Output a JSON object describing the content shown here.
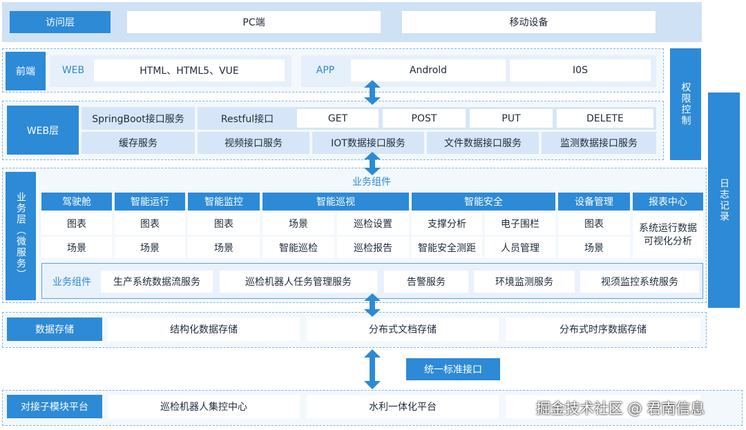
{
  "access_layer": {
    "label": "访问层",
    "items": [
      "PC端",
      "移动设备"
    ]
  },
  "frontend": {
    "label": "前端",
    "web": {
      "label": "WEB",
      "value": "HTML、HTML5、VUE"
    },
    "app": {
      "label": "APP",
      "items": [
        "Androld",
        "I0S"
      ]
    }
  },
  "web_layer": {
    "label": "WEB层",
    "row1": {
      "springboot": "SpringBoot接口服务",
      "restful": "Restful接口",
      "methods": [
        "GET",
        "POST",
        "PUT",
        "DELETE"
      ]
    },
    "row2": [
      "缓存服务",
      "视频接口服务",
      "IOT数据接口服务",
      "文件数据接口服务",
      "监测数据接口服务"
    ]
  },
  "permission": {
    "label": "权限控制"
  },
  "log": {
    "label": "日志记录"
  },
  "business": {
    "side_label": "业务层（微服务）",
    "title": "业务组件",
    "modules": [
      {
        "name": "驾驶舱",
        "items": [
          "图表",
          "场景"
        ]
      },
      {
        "name": "智能运行",
        "items": [
          "图表",
          "场景"
        ]
      },
      {
        "name": "智能监控",
        "items": [
          "图表",
          "场景"
        ]
      },
      {
        "name": "智能巡视",
        "items": [
          "场景",
          "巡检设置",
          "智能巡检",
          "巡检报告"
        ]
      },
      {
        "name": "智能安全",
        "items": [
          "支撑分析",
          "电子围栏",
          "智能安全测距",
          "人员管理"
        ]
      },
      {
        "name": "设备管理",
        "items": [
          "图表",
          "场景"
        ]
      },
      {
        "name": "报表中心",
        "items": [
          "系统运行数据可视化分析"
        ]
      }
    ],
    "components": {
      "label": "业务组件",
      "items": [
        "生产系统数据流服务",
        "巡检机器人任务管理服务",
        "告警服务",
        "环境监测服务",
        "视须监控系统服务"
      ]
    }
  },
  "storage": {
    "label": "数据存储",
    "items": [
      "结构化数据存储",
      "分布式文档存储",
      "分布式时序数据存储"
    ]
  },
  "unified_interface": {
    "label": "统一标准接口"
  },
  "docking": {
    "label": "对接子模块平台",
    "items": [
      "巡检机器人集控中心",
      "水利一体化平台",
      ""
    ]
  },
  "watermark": {
    "text": "掘金技术社区 @ 君南信息"
  },
  "colors": {
    "accent": "#2d8ad6",
    "panel": "#e6f0fb",
    "cell_alt": "#d6e6f8"
  }
}
